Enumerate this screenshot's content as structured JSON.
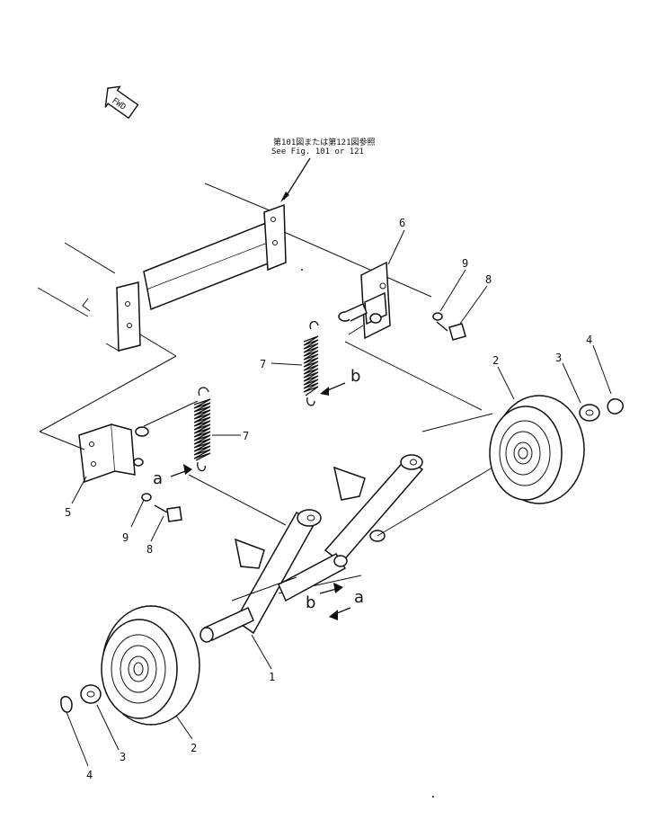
{
  "fwd_label": "FWD",
  "reference_note": {
    "line_jp": "第101図または第121図参照",
    "line_en": "See  Fig. 101  or  121"
  },
  "callouts": {
    "c1": "1",
    "c2_right": "2",
    "c2_left": "2",
    "c3_right": "3",
    "c3_left": "3",
    "c4_right": "4",
    "c4_left": "4",
    "c5": "5",
    "c6": "6",
    "c7_upper": "7",
    "c7_lower": "7",
    "c8_upper": "8",
    "c8_lower": "8",
    "c9_upper": "9",
    "c9_lower": "9"
  },
  "view_markers": {
    "a_upper": "a",
    "b_upper": "b",
    "a_lower": "a",
    "b_lower": "b"
  }
}
